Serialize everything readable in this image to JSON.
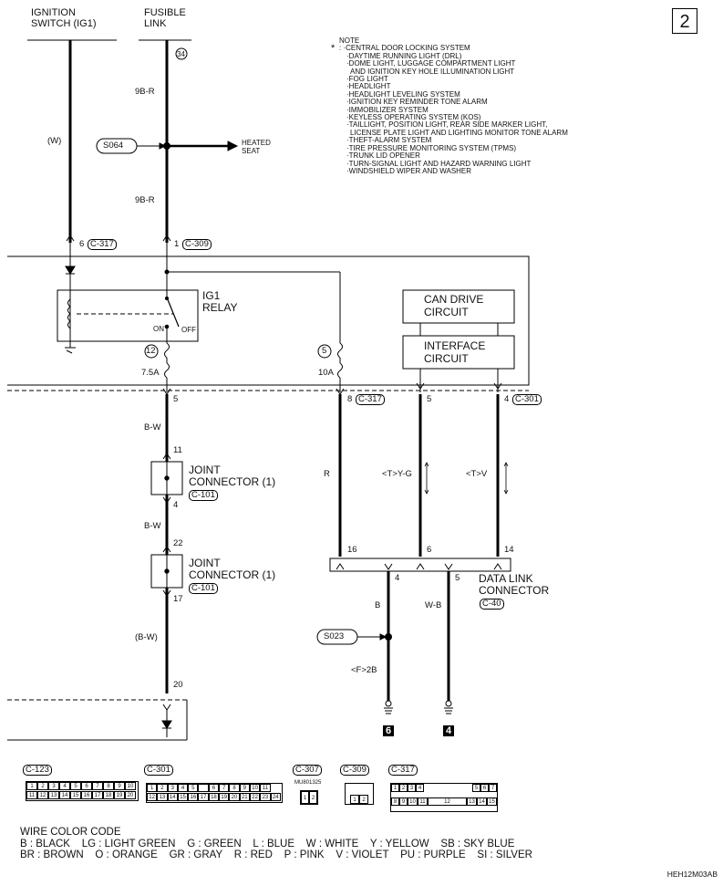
{
  "page_number": "2",
  "top_sources": {
    "ignition_switch": [
      "IGNITION",
      "SWITCH (IG1)"
    ],
    "fusible_link": [
      "FUSIBLE",
      "LINK"
    ],
    "fusible_link_num": "34"
  },
  "note": {
    "title": "NOTE",
    "star": "*",
    "items": [
      ": ·CENTRAL DOOR LOCKING SYSTEM",
      "·DAYTIME RUNNING LIGHT (DRL)",
      "·DOME LIGHT, LUGGAGE COMPARTMENT LIGHT",
      "AND IGNITION KEY HOLE ILLUMINATION LIGHT",
      "·FOG LIGHT",
      "·HEADLIGHT",
      "·HEADLIGHT LEVELING SYSTEM",
      "·IGNITION KEY REMINDER TONE ALARM",
      "·IMMOBILIZER SYSTEM",
      "·KEYLESS OPERATING SYSTEM (KOS)",
      "·TAILLIGHT, POSITION LIGHT, REAR SIDE MARKER LIGHT,",
      "LICENSE PLATE LIGHT AND LIGHTING MONITOR TONE ALARM",
      "·THEFT-ALARM SYSTEM",
      "·TIRE PRESSURE MONITORING SYSTEM (TPMS)",
      "·TRUNK LID OPENER",
      "·TURN-SIGNAL LIGHT AND HAZARD WARNING LIGHT",
      "·WINDSHIELD WIPER AND WASHER"
    ]
  },
  "wires": {
    "w_left": "(W)",
    "r_9b_top": "9B-R",
    "r_9b_bot": "9B-R",
    "bw1": "B-W",
    "bw2": "B-W",
    "bw3": "(B-W)",
    "r": "R",
    "yg": "<T>Y-G",
    "v": "<T>V",
    "b": "B",
    "wb": "W-B",
    "f2b": "<F>2B"
  },
  "splices": {
    "s064": "S064",
    "s023": "S023",
    "heated_seat": [
      "HEATED",
      "SEAT"
    ]
  },
  "pins": {
    "p6_c317": "6",
    "c317a": "C-317",
    "p1_c309": "1",
    "c309a": "C-309",
    "p5a": "5",
    "p8": "8",
    "c317b": "C-317",
    "p5b": "5",
    "p4": "4",
    "c301": "C-301",
    "p11": "11",
    "p4b": "4",
    "p22": "22",
    "p17": "17",
    "p20": "20",
    "p16": "16",
    "p6": "6",
    "p14": "14",
    "p4c": "4",
    "p5c": "5"
  },
  "relay": {
    "name": [
      "IG1",
      "RELAY"
    ],
    "on": "ON",
    "off": "OFF"
  },
  "fuses": {
    "f12_num": "12",
    "f12_amp": "7.5A",
    "f5_num": "5",
    "f5_amp": "10A"
  },
  "circuits": {
    "can": [
      "CAN DRIVE",
      "CIRCUIT"
    ],
    "iface": [
      "INTERFACE",
      "CIRCUIT"
    ]
  },
  "joints": {
    "j1": [
      "JOINT",
      "CONNECTOR (1)"
    ],
    "j1_conn": "C-101",
    "j2": [
      "JOINT",
      "CONNECTOR (1)"
    ],
    "j2_conn": "C-101"
  },
  "dlc": {
    "name": [
      "DATA LINK",
      "CONNECTOR"
    ],
    "conn": "C-40"
  },
  "grounds": {
    "g6": "6",
    "g4": "4"
  },
  "connector_views": {
    "c123": "C-123",
    "c301": "C-301",
    "c307": "C-307",
    "c307_part": "MU801325",
    "c309": "C-309",
    "c317": "C-317",
    "c123_row1": [
      "1",
      "2",
      "3",
      "4",
      "5",
      "6",
      "7",
      "8",
      "9",
      "10"
    ],
    "c123_row2": [
      "11",
      "12",
      "13",
      "14",
      "15",
      "16",
      "17",
      "18",
      "19",
      "20"
    ],
    "c301_row1": [
      "1",
      "2",
      "3",
      "4",
      "5",
      "",
      "6",
      "7",
      "8",
      "9",
      "10",
      "11"
    ],
    "c301_row2": [
      "12",
      "13",
      "14",
      "15",
      "16",
      "17",
      "18",
      "19",
      "20",
      "21",
      "22",
      "23",
      "24"
    ],
    "c307_pins": [
      "1",
      "2"
    ],
    "c309_pins": [
      "1",
      "2"
    ],
    "c317_row1": [
      "1",
      "2",
      "3",
      "4",
      "5",
      "6",
      "7"
    ],
    "c317_row2": [
      "8",
      "9",
      "10",
      "11",
      "12",
      "13",
      "14",
      "15"
    ]
  },
  "wire_color_code": {
    "title": "WIRE COLOR CODE",
    "line1": "B : BLACK    LG : LIGHT GREEN    G : GREEN    L : BLUE    W : WHITE    Y : YELLOW    SB : SKY BLUE",
    "line2": "BR : BROWN    O : ORANGE    GR : GRAY    R : RED    P : PINK    V : VIOLET    PU : PURPLE    SI : SILVER"
  },
  "figure_id": "HEH12M03AB"
}
